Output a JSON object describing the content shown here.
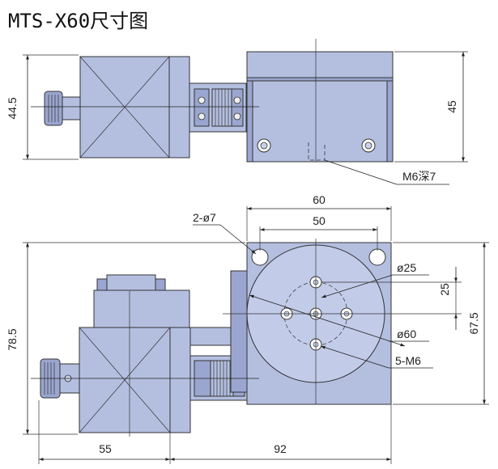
{
  "title": "MTS-X60尺寸图",
  "side_view": {
    "height_left_label": "44.5",
    "height_right_label": "45",
    "thread_callout": "M6深7"
  },
  "top_view": {
    "width_top_label": "60",
    "hole_spacing_label": "50",
    "corner_holes_label": "2-ø7",
    "center_bore_label": "ø25",
    "offset_label": "25",
    "pcd_label": "ø60",
    "threaded_holes_label": "5-M6",
    "height_left_label": "78.5",
    "height_right_label": "67.5",
    "bottom_left_label": "55",
    "bottom_right_label": "92"
  }
}
